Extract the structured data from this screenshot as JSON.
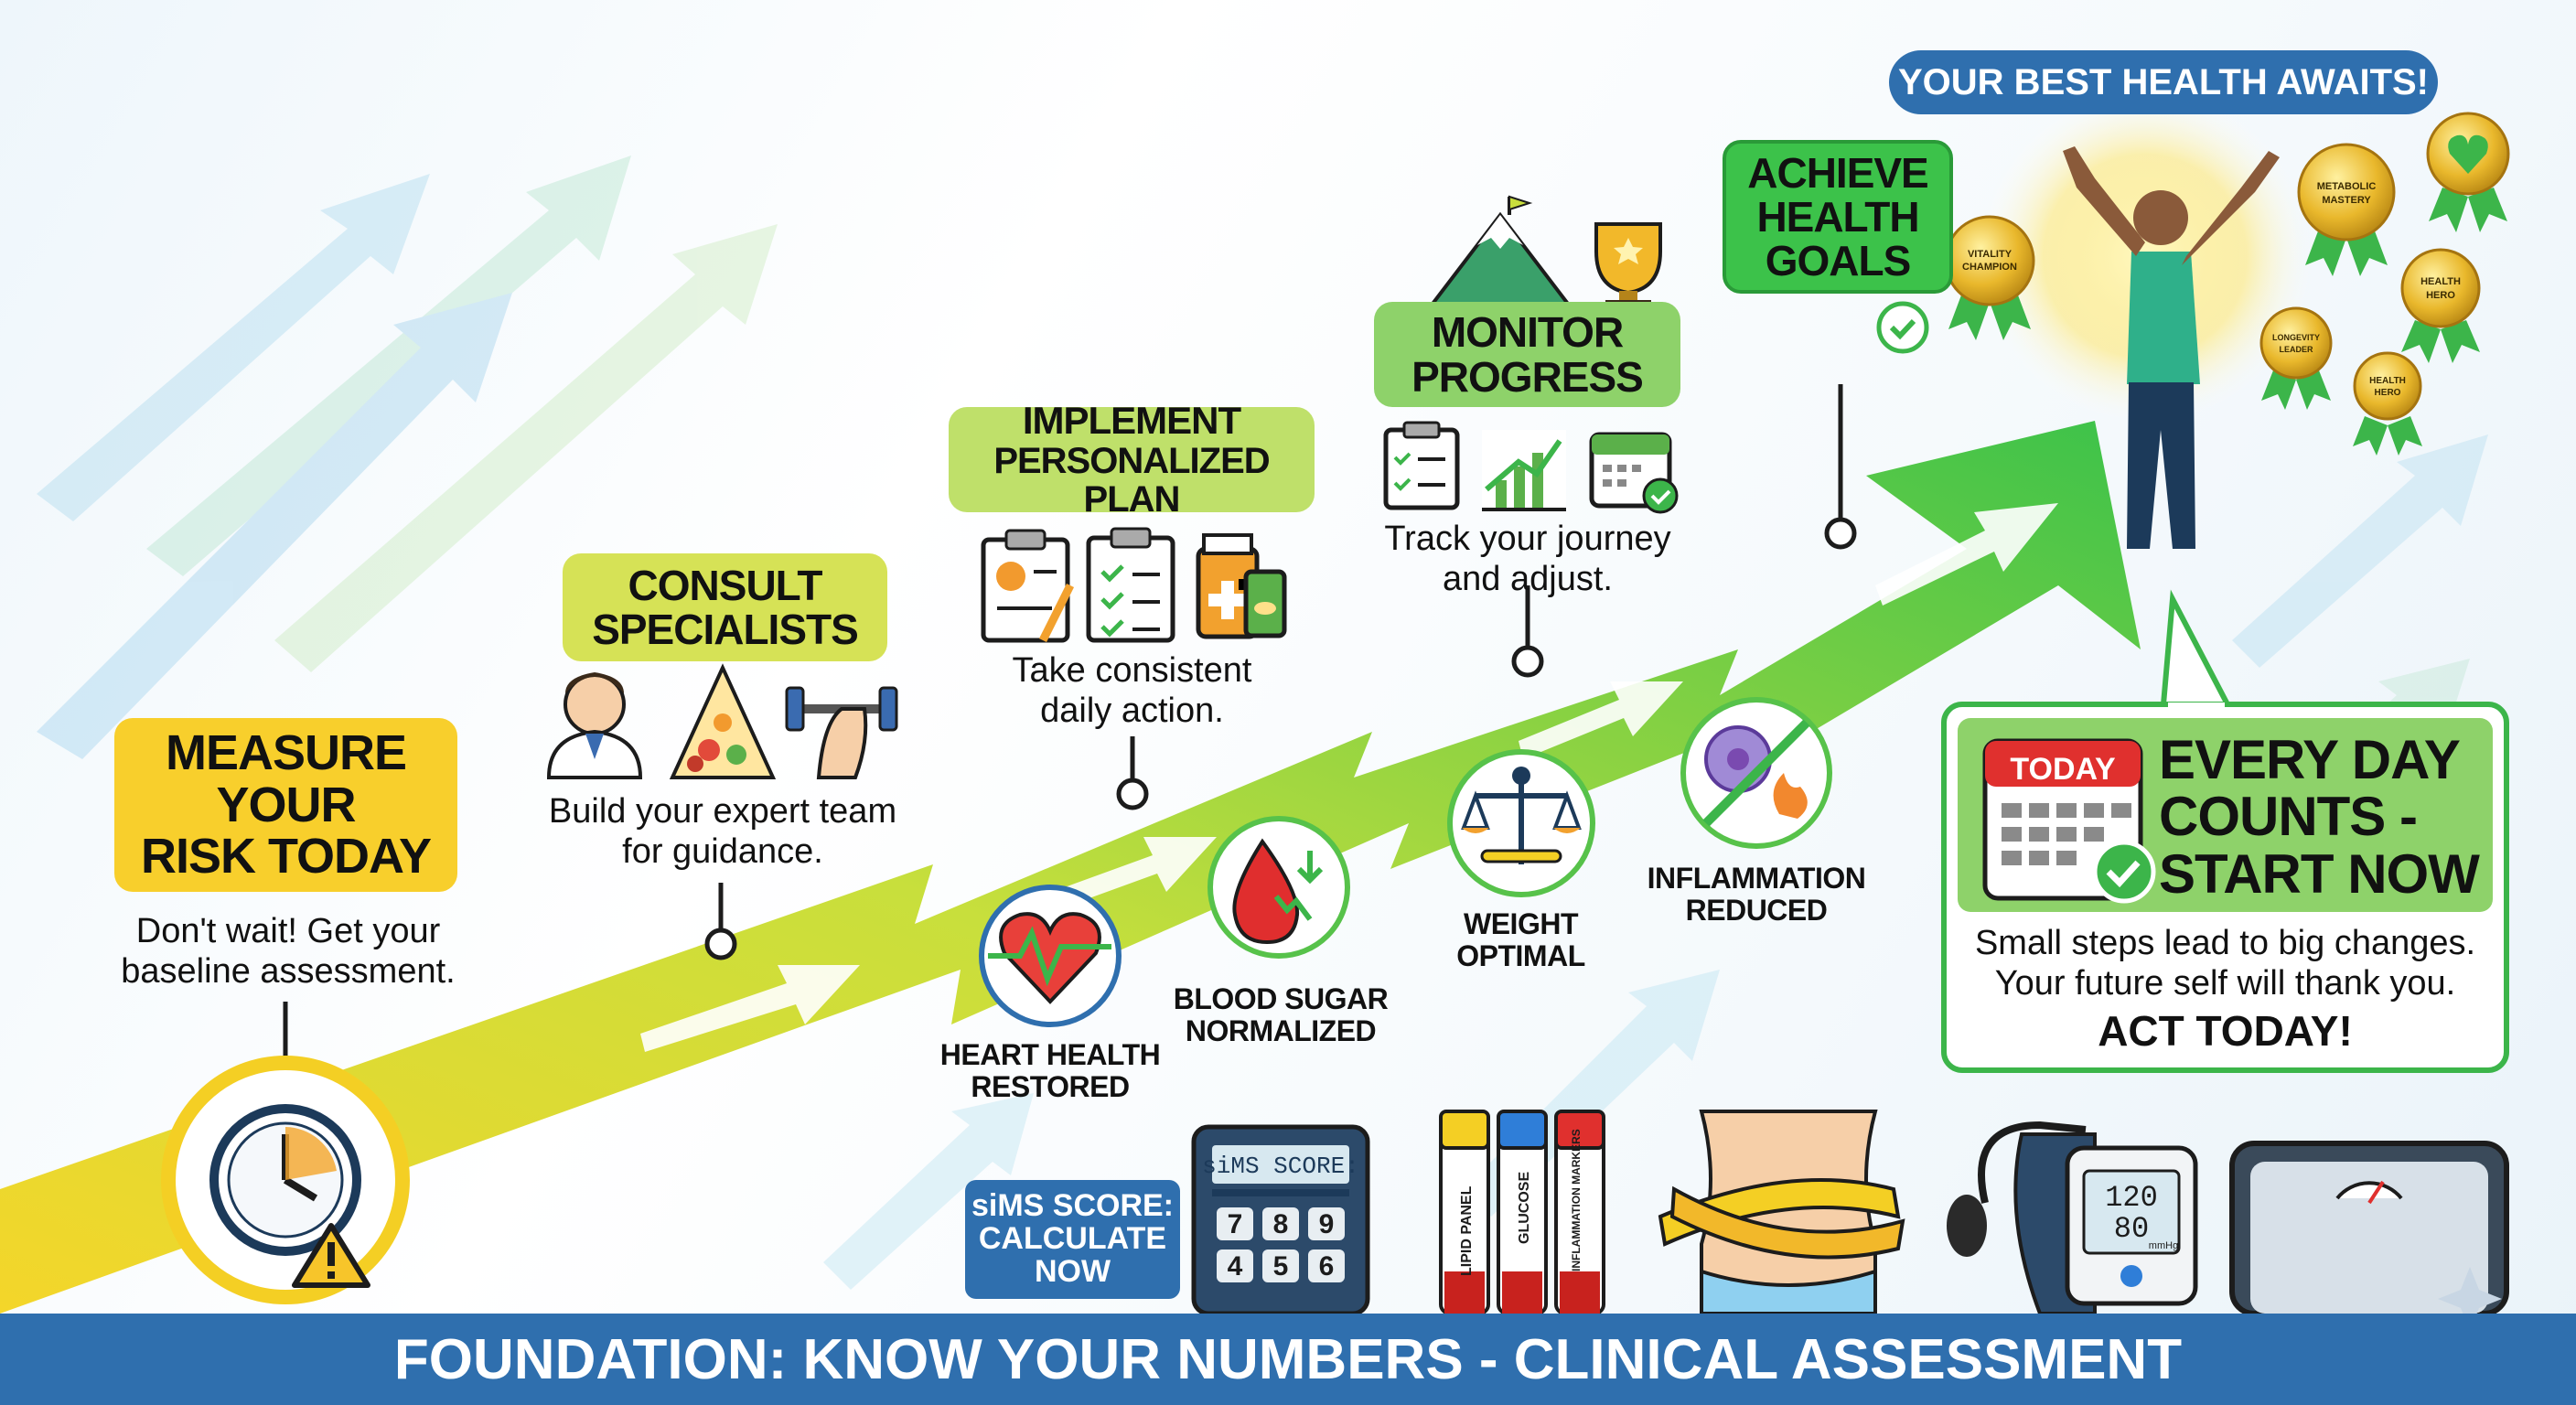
{
  "steps": {
    "measure": {
      "title": "MEASURE YOUR RISK TODAY",
      "line1": "MEASURE",
      "line2": "YOUR",
      "line3": "RISK TODAY",
      "desc1": "Don't wait! Get your",
      "desc2": "baseline assessment."
    },
    "consult": {
      "line1": "CONSULT",
      "line2": "SPECIALISTS",
      "desc1": "Build your expert team",
      "desc2": "for guidance."
    },
    "implement": {
      "line1": "IMPLEMENT",
      "line2": "PERSONALIZED PLAN",
      "desc1": "Take consistent",
      "desc2": "daily action."
    },
    "monitor": {
      "line1": "MONITOR",
      "line2": "PROGRESS",
      "desc1": "Track your journey",
      "desc2": "and adjust."
    },
    "achieve": {
      "line1": "ACHIEVE",
      "line2": "HEALTH",
      "line3": "GOALS"
    }
  },
  "top_banner": "YOUR BEST HEALTH AWAITS!",
  "benefits": {
    "heart": {
      "line1": "HEART HEALTH",
      "line2": "RESTORED"
    },
    "blood": {
      "line1": "BLOOD SUGAR",
      "line2": "NORMALIZED"
    },
    "weight": {
      "line1": "WEIGHT",
      "line2": "OPTIMAL"
    },
    "inflam": {
      "line1": "INFLAMMATION",
      "line2": "REDUCED"
    }
  },
  "badges": {
    "vitality": [
      "VITALITY",
      "CHAMPION"
    ],
    "metabolic": [
      "METABOLIC",
      "MASTERY"
    ],
    "hero1": [
      "HEALTH",
      "HERO"
    ],
    "longevity": [
      "LONGEVITY",
      "LEADER"
    ],
    "hero2": [
      "HEALTH",
      "HERO"
    ]
  },
  "callout": {
    "today": "TODAY",
    "line1": "EVERY DAY",
    "line2": "COUNTS -",
    "line3": "START NOW",
    "sub1": "Small steps lead to big changes.",
    "sub2": "Your future self will thank you.",
    "cta": "ACT TODAY!"
  },
  "tools": {
    "sims_label1": "siMS SCORE:",
    "sims_label2": "CALCULATE",
    "sims_label3": "NOW",
    "calc_screen": "siMS SCORE:",
    "calc_keys": [
      "7",
      "8",
      "9",
      "4",
      "5",
      "6"
    ],
    "tube1": "LIPID PANEL",
    "tube2": "GLUCOSE",
    "tube3": "INFLAMMATION MARKERS",
    "bp_sys": "120",
    "bp_dia": "80",
    "bp_unit": "mmHg"
  },
  "footer": "FOUNDATION: KNOW YOUR NUMBERS - CLINICAL ASSESSMENT",
  "colors": {
    "yellow": "#f8cf2c",
    "lime": "#c9de3c",
    "green": "#57c24a",
    "blue": "#2f6fae",
    "callout_green": "#3cb54a"
  }
}
